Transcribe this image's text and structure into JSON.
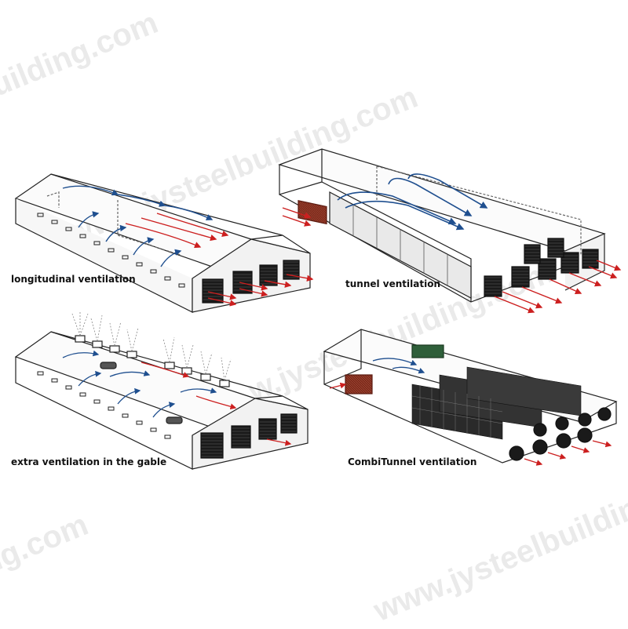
{
  "watermark": "www.jysteelbuilding.com",
  "watermark_fragments": [
    "building.com",
    "ng.com",
    "www.jysteelbuilding.com",
    "w.jysteelbuilding.com",
    "www.jysteelbuilding.com"
  ],
  "panels": [
    {
      "id": "longitudinal",
      "caption": "longitudinal ventilation"
    },
    {
      "id": "tunnel",
      "caption": "tunnel ventilation"
    },
    {
      "id": "gable",
      "caption": "extra ventilation in the gable"
    },
    {
      "id": "combi",
      "caption": "CombiTunnel ventilation"
    }
  ],
  "colors": {
    "outline": "#222222",
    "fresh_air": "#1f4f8f",
    "exhaust_air": "#cc1f1f",
    "fan": "#1a1a1a",
    "pad": "#7a2a1a",
    "wall": "#f7f7f7",
    "cage": "#2a2a2a",
    "green_unit": "#2f5f3a"
  }
}
